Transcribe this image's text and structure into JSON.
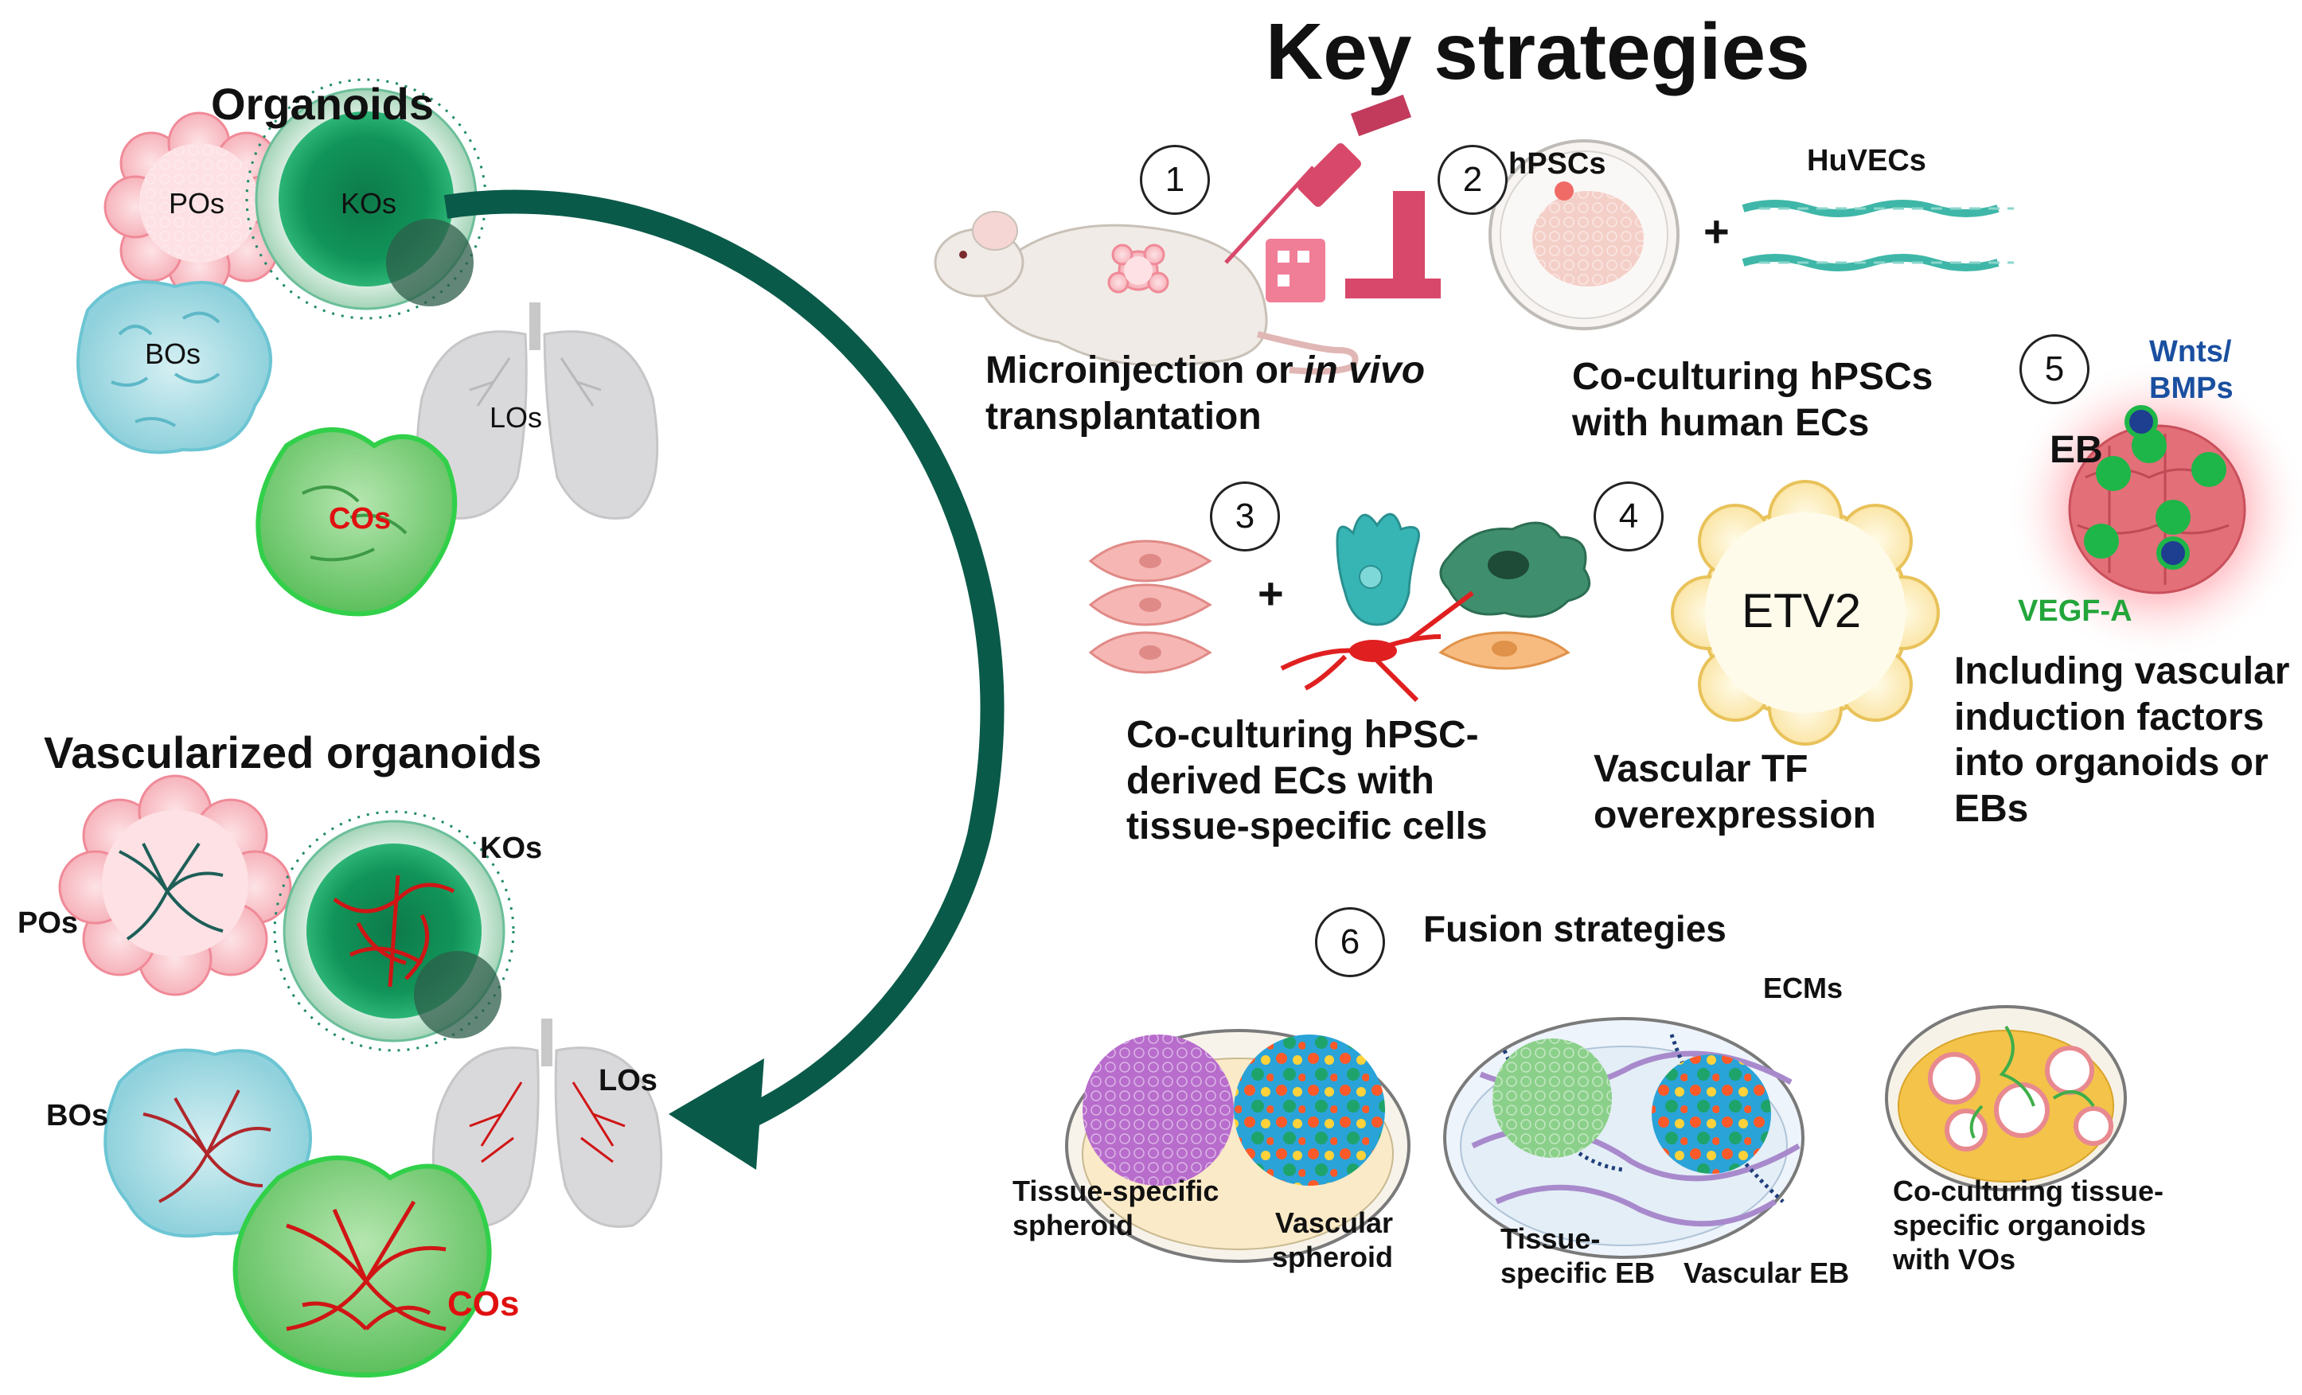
{
  "title": "Key strategies",
  "left": {
    "organoids_heading": "Organoids",
    "vascularized_heading": "Vascularized organoids",
    "labels": {
      "pos": "POs",
      "kos": "KOs",
      "bos": "BOs",
      "los": "LOs",
      "cos": "COs"
    }
  },
  "strategies": [
    {
      "number": "1",
      "line1_prefix": "Microinjection or ",
      "line1_italic": "in vivo",
      "line2": "transplantation"
    },
    {
      "number": "2",
      "line1": "Co-culturing hPSCs",
      "line2": "with human ECs",
      "label_hpscs": "hPSCs",
      "label_huvecs": "HuVECs",
      "plus": "+"
    },
    {
      "number": "3",
      "line1": "Co-culturing hPSC-",
      "line2": "derived ECs with",
      "line3": "tissue-specific cells",
      "plus": "+"
    },
    {
      "number": "4",
      "line1": "Vascular TF",
      "line2": "overexpression",
      "label_etv2": "ETV2"
    },
    {
      "number": "5",
      "line1": "Including vascular",
      "line2": "induction factors",
      "line3": "into organoids or",
      "line4": "EBs",
      "label_eb": "EB",
      "label_wnts": "Wnts/",
      "label_bmps": "BMPs",
      "label_vegf": "VEGF-A"
    },
    {
      "number": "6",
      "heading": "Fusion strategies",
      "dish1": {
        "left1": "Tissue-specific",
        "left2": "spheroid",
        "right1": "Vascular",
        "right2": "spheroid"
      },
      "dish2": {
        "top": "ECMs",
        "left1": "Tissue-",
        "left2": "specific EB",
        "right": "Vascular EB"
      },
      "dish3": {
        "line1": "Co-culturing tissue-",
        "line2": "specific organoids",
        "line3": "with VOs"
      }
    }
  ],
  "colors": {
    "arrow": "#0a5a49",
    "cos_label": "#e01010",
    "wnts_label": "#1a4fa0",
    "vegf_label": "#23a53a",
    "vessel_red": "#d01515",
    "vessel_teal": "#1d5e58"
  }
}
